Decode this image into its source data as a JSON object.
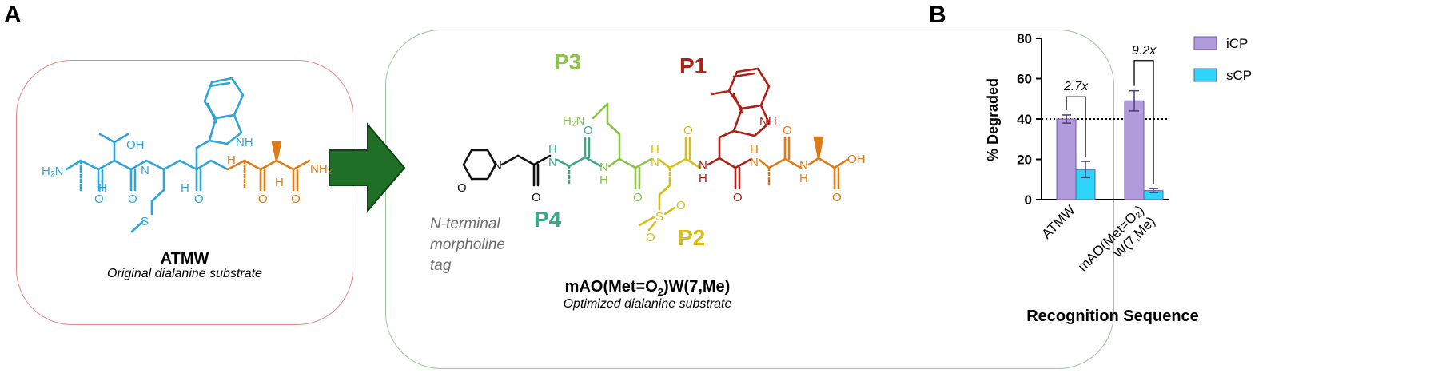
{
  "panels": {
    "a": "A",
    "b": "B"
  },
  "left_box": {
    "title": "ATMW",
    "subtitle": "Original dialanine substrate",
    "labels": {
      "h2n": "H₂N",
      "oh": "OH",
      "nh_trp": "NH",
      "s": "S",
      "nh2": "NH₂",
      "n": "N",
      "h": "H",
      "o": "O"
    }
  },
  "right_box": {
    "title_pre": "mAO(Met=O",
    "title_sub": "2",
    "title_post": ")W(7,Me)",
    "subtitle": "Optimized dialanine substrate",
    "note": [
      "N-terminal",
      "morpholine",
      "tag"
    ],
    "p1": "P1",
    "p2": "P2",
    "p3": "P3",
    "p4": "P4",
    "labels": {
      "h2n": "H₂N",
      "oh": "OH",
      "nh_trp": "NH",
      "s": "S",
      "o": "O",
      "n": "N",
      "h": "H"
    }
  },
  "colors": {
    "blue": "#2fa4d9",
    "orange": "#e07b14",
    "dark_red": "#b01e16",
    "yellow": "#d6bd1a",
    "light_green": "#8bc34a",
    "teal": "#3aa981",
    "arrow": "#1e6e26",
    "icp": "#b19bdb",
    "scp": "#2cd4f7",
    "errbar": "#4b3a78"
  },
  "chart_data": {
    "type": "bar",
    "categories": [
      "ATMW",
      "mAO(Met=O₂)\nW(7,Me)"
    ],
    "category_lines": [
      [
        "ATMW"
      ],
      [
        "mAO(Met=O₂)",
        "W(7,Me)"
      ]
    ],
    "series": [
      {
        "name": "iCP",
        "values": [
          40,
          49
        ],
        "errors": [
          2,
          5
        ]
      },
      {
        "name": "sCP",
        "values": [
          15,
          4.5
        ],
        "errors": [
          4,
          1
        ]
      }
    ],
    "ylabel": "% Degraded",
    "xlabel": "Recognition Sequence",
    "ylim": [
      0,
      80
    ],
    "yticks": [
      0,
      20,
      40,
      60,
      80
    ],
    "reference_line": 40,
    "annotations": [
      "2.7x",
      "9.2x"
    ],
    "legend": "top-right",
    "grid": false
  }
}
